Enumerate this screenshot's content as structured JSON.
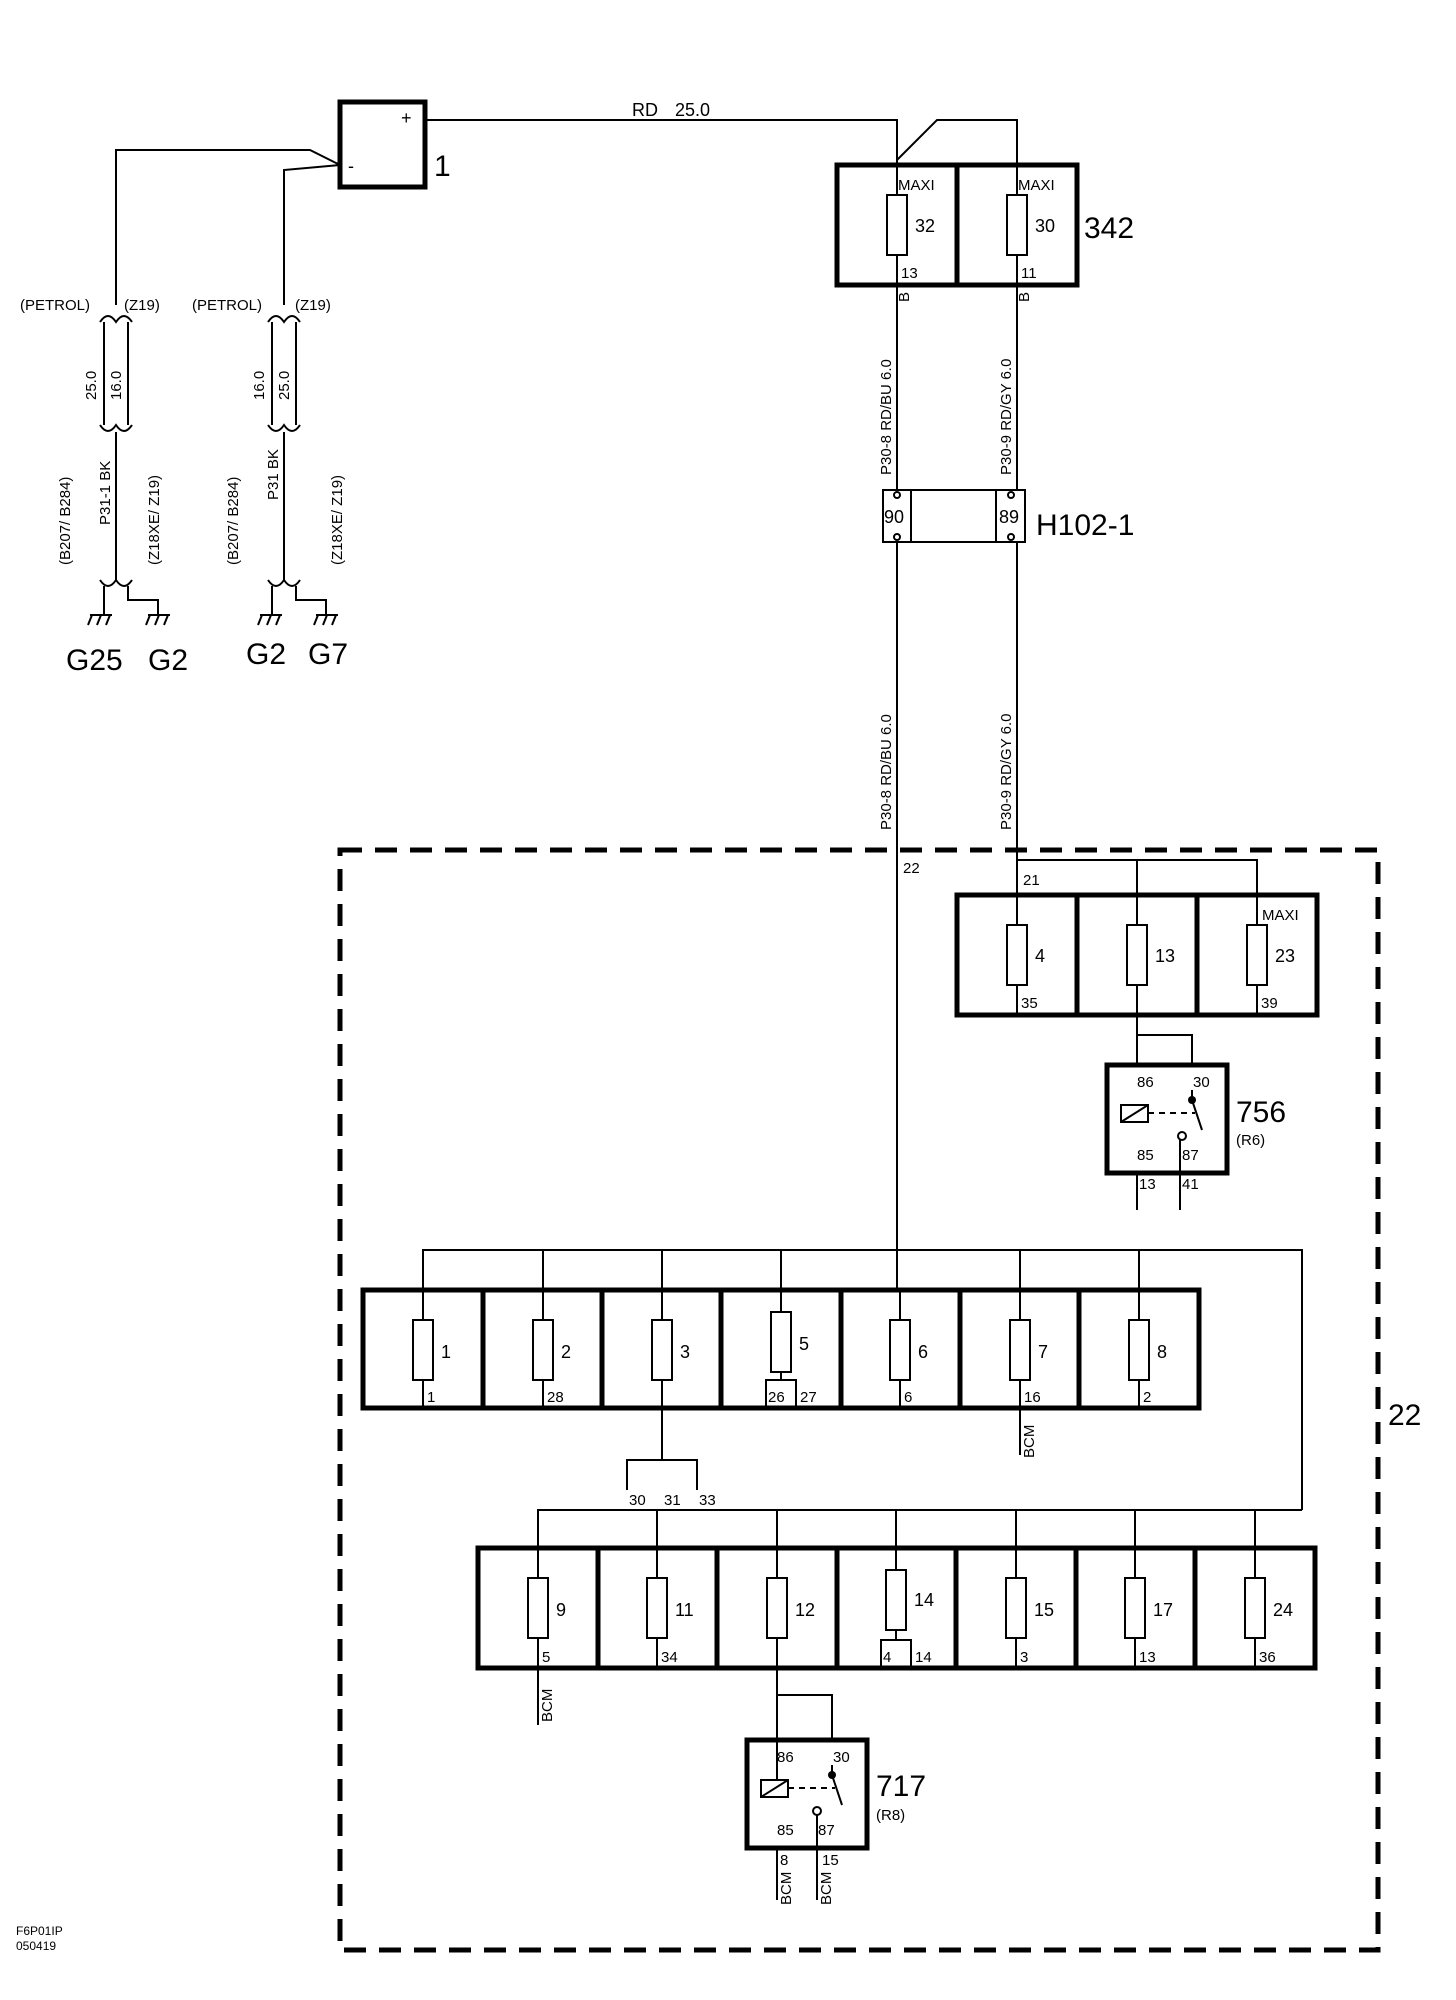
{
  "battery": {
    "id": "1",
    "plus": "+",
    "minus": "-",
    "output_wire": {
      "color": "RD",
      "size": "25.0"
    }
  },
  "ground_left": {
    "variants": {
      "petrol": "(PETROL)",
      "z19": "(Z19)"
    },
    "sizes": {
      "petrol": "25.0",
      "z19": "16.0"
    },
    "wire": "P31-1  BK",
    "engines": {
      "left": "(B207/ B284)",
      "right": "(Z18XE/ Z19)"
    },
    "grounds": [
      "G25",
      "G2"
    ]
  },
  "ground_right": {
    "variants": {
      "petrol": "(PETROL)",
      "z19": "(Z19)"
    },
    "sizes": {
      "petrol": "16.0",
      "z19": "25.0"
    },
    "wire": "P31  BK",
    "engines": {
      "left": "(B207/ B284)",
      "right": "(Z18XE/ Z19)"
    },
    "grounds": [
      "G2",
      "G7"
    ]
  },
  "fuse_block_342": {
    "id": "342",
    "fuses": [
      {
        "type": "MAXI",
        "number": "32",
        "pin": "13",
        "conn": "B"
      },
      {
        "type": "MAXI",
        "number": "30",
        "pin": "11",
        "conn": "B"
      }
    ]
  },
  "wires_upper": [
    {
      "label": "P30-8  RD/BU  6.0"
    },
    {
      "label": "P30-9  RD/GY  6.0"
    }
  ],
  "connector": {
    "id": "H102-1",
    "pins": [
      "90",
      "89"
    ]
  },
  "wires_lower": [
    {
      "label": "P30-8  RD/BU  6.0"
    },
    {
      "label": "P30-9  RD/GY  6.0"
    }
  ],
  "fuse_box_22": {
    "id": "22",
    "input_pins": {
      "left": "22",
      "right": "21"
    },
    "top_row": [
      {
        "number": "4",
        "pin": "35"
      },
      {
        "number": "13",
        "pin": ""
      },
      {
        "number": "23",
        "pin": "39",
        "type": "MAXI"
      }
    ],
    "middle_row": [
      {
        "number": "1",
        "pin": "1"
      },
      {
        "number": "2",
        "pin": "28"
      },
      {
        "number": "3",
        "pin": ""
      },
      {
        "number": "5",
        "pins": [
          "26",
          "27"
        ]
      },
      {
        "number": "6",
        "pin": "6"
      },
      {
        "number": "7",
        "pin": "16",
        "dest": "BCM"
      },
      {
        "number": "8",
        "pin": "2"
      }
    ],
    "fuse3_outputs": [
      "30",
      "31",
      "33"
    ],
    "bottom_row": [
      {
        "number": "9",
        "pin": "5",
        "dest": "BCM"
      },
      {
        "number": "11",
        "pin": "34"
      },
      {
        "number": "12",
        "pin": ""
      },
      {
        "number": "14",
        "pins": [
          "4",
          "14"
        ]
      },
      {
        "number": "15",
        "pin": "3"
      },
      {
        "number": "17",
        "pin": "13"
      },
      {
        "number": "24",
        "pin": "36"
      }
    ]
  },
  "relay_756": {
    "id": "756",
    "sub": "(R6)",
    "pins": {
      "p86": "86",
      "p30": "30",
      "p85": "85",
      "p87": "87"
    },
    "outputs": [
      "13",
      "41"
    ]
  },
  "relay_717": {
    "id": "717",
    "sub": "(R8)",
    "pins": {
      "p86": "86",
      "p30": "30",
      "p85": "85",
      "p87": "87"
    },
    "outputs": [
      "8",
      "15"
    ],
    "dests": [
      "BCM",
      "BCM"
    ]
  },
  "footer": {
    "code": "F6P01IP",
    "date": "050419"
  }
}
